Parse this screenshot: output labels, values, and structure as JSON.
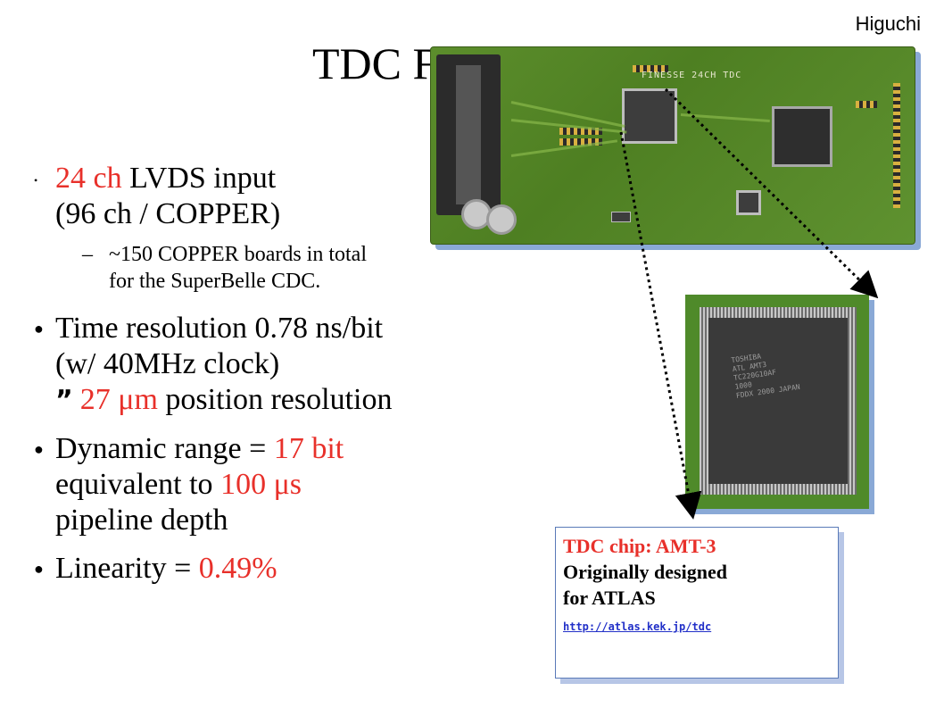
{
  "header": {
    "author": "Higuchi",
    "title": "TDC FINESSE"
  },
  "bullets": [
    {
      "segments": [
        {
          "text": "24 ch",
          "color": "red"
        },
        {
          "text": " LVDS input"
        }
      ],
      "line2": "(96 ch / COPPER)"
    },
    {
      "sub": "~150 COPPER boards in total",
      "sub2": "for the SuperBelle CDC."
    },
    {
      "line1": "Time resolution 0.78 ns/bit",
      "line2": "(w/ 40MHz clock)",
      "line3_red": "27 μm",
      "line3_rest": " position resolution"
    },
    {
      "line1_a": "Dynamic range = ",
      "line1_red": "17 bit",
      "line2_a": "equivalent to ",
      "line2_red": "100 μs",
      "line3": "pipeline depth"
    },
    {
      "line1_a": "Linearity = ",
      "line1_red": "0.49%"
    }
  ],
  "board": {
    "label": "FINESSE 24CH TDC"
  },
  "chip_photo": {
    "markings": [
      "TOSHIBA",
      "ATL AMT3",
      "TC220G10AF",
      "1000",
      "FDDX 2000 JAPAN"
    ]
  },
  "infobox": {
    "line1": "TDC chip: AMT-3",
    "line2": "Originally designed",
    "line3": "for ATLAS",
    "url": "http://atlas.kek.jp/tdc"
  },
  "colors": {
    "accent_red": "#e8302a",
    "link_blue": "#2230c8",
    "pcb_green": "#5c8e2c"
  },
  "icons": {
    "bullet_level1": "bullet-dot",
    "bullet_level2": "dash",
    "implies": "double-quote-arrow"
  }
}
